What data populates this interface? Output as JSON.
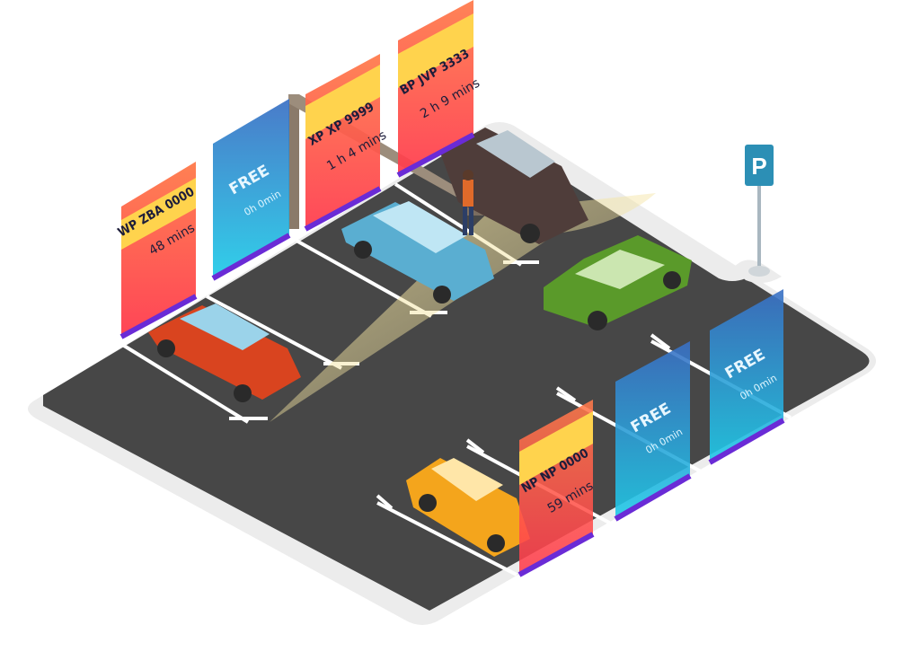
{
  "parking_sign": {
    "letter": "P"
  },
  "occupied_spots": [
    {
      "plate": "WP ZBA 0000",
      "time": "48 mins"
    },
    {
      "plate": "XP XP 9999",
      "time": "1 h 4 mins"
    },
    {
      "plate": "BP JVP 3333",
      "time": "2 h 9 mins"
    },
    {
      "plate": "NP NP 0000",
      "time": "59 mins"
    }
  ],
  "free_spots": [
    {
      "label": "FREE",
      "time": "0h 0min"
    },
    {
      "label": "FREE",
      "time": "0h 0min"
    },
    {
      "label": "FREE",
      "time": "0h 0min"
    }
  ],
  "colors": {
    "asphalt": "#474747",
    "occupied_panel_top": "#ff6a4a",
    "occupied_panel_bottom": "#ff3c4a",
    "plate_band": "#ffd34d",
    "free_panel_top": "#3a78c8",
    "free_panel_bottom": "#1ec8e6",
    "panel_base": "#6a2bd6",
    "car_red": "#d9441f",
    "car_blue": "#5aaed1",
    "car_brown": "#4f3d3a",
    "car_green": "#5a9a2a",
    "car_yellow": "#f4a51c",
    "sign_blue": "#2c8fb5"
  }
}
